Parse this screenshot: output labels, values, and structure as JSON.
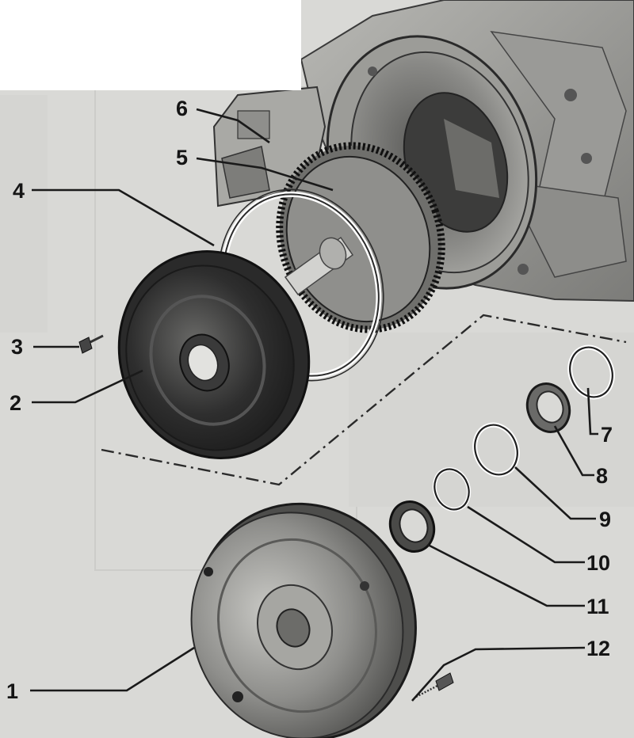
{
  "callouts": [
    {
      "id": "1",
      "label": "1"
    },
    {
      "id": "2",
      "label": "2"
    },
    {
      "id": "3",
      "label": "3"
    },
    {
      "id": "4",
      "label": "4"
    },
    {
      "id": "5",
      "label": "5"
    },
    {
      "id": "6",
      "label": "6"
    },
    {
      "id": "7",
      "label": "7"
    },
    {
      "id": "8",
      "label": "8"
    },
    {
      "id": "9",
      "label": "9"
    },
    {
      "id": "10",
      "label": "10"
    },
    {
      "id": "11",
      "label": "11"
    },
    {
      "id": "12",
      "label": "12"
    }
  ],
  "colors": {
    "paper": "#d9d9d6",
    "ink": "#1a1a1a",
    "metal_dark": "#3a3a3a",
    "metal_mid": "#7a7a78",
    "metal_light": "#b9b9b5",
    "redaction": "#ffffff"
  }
}
